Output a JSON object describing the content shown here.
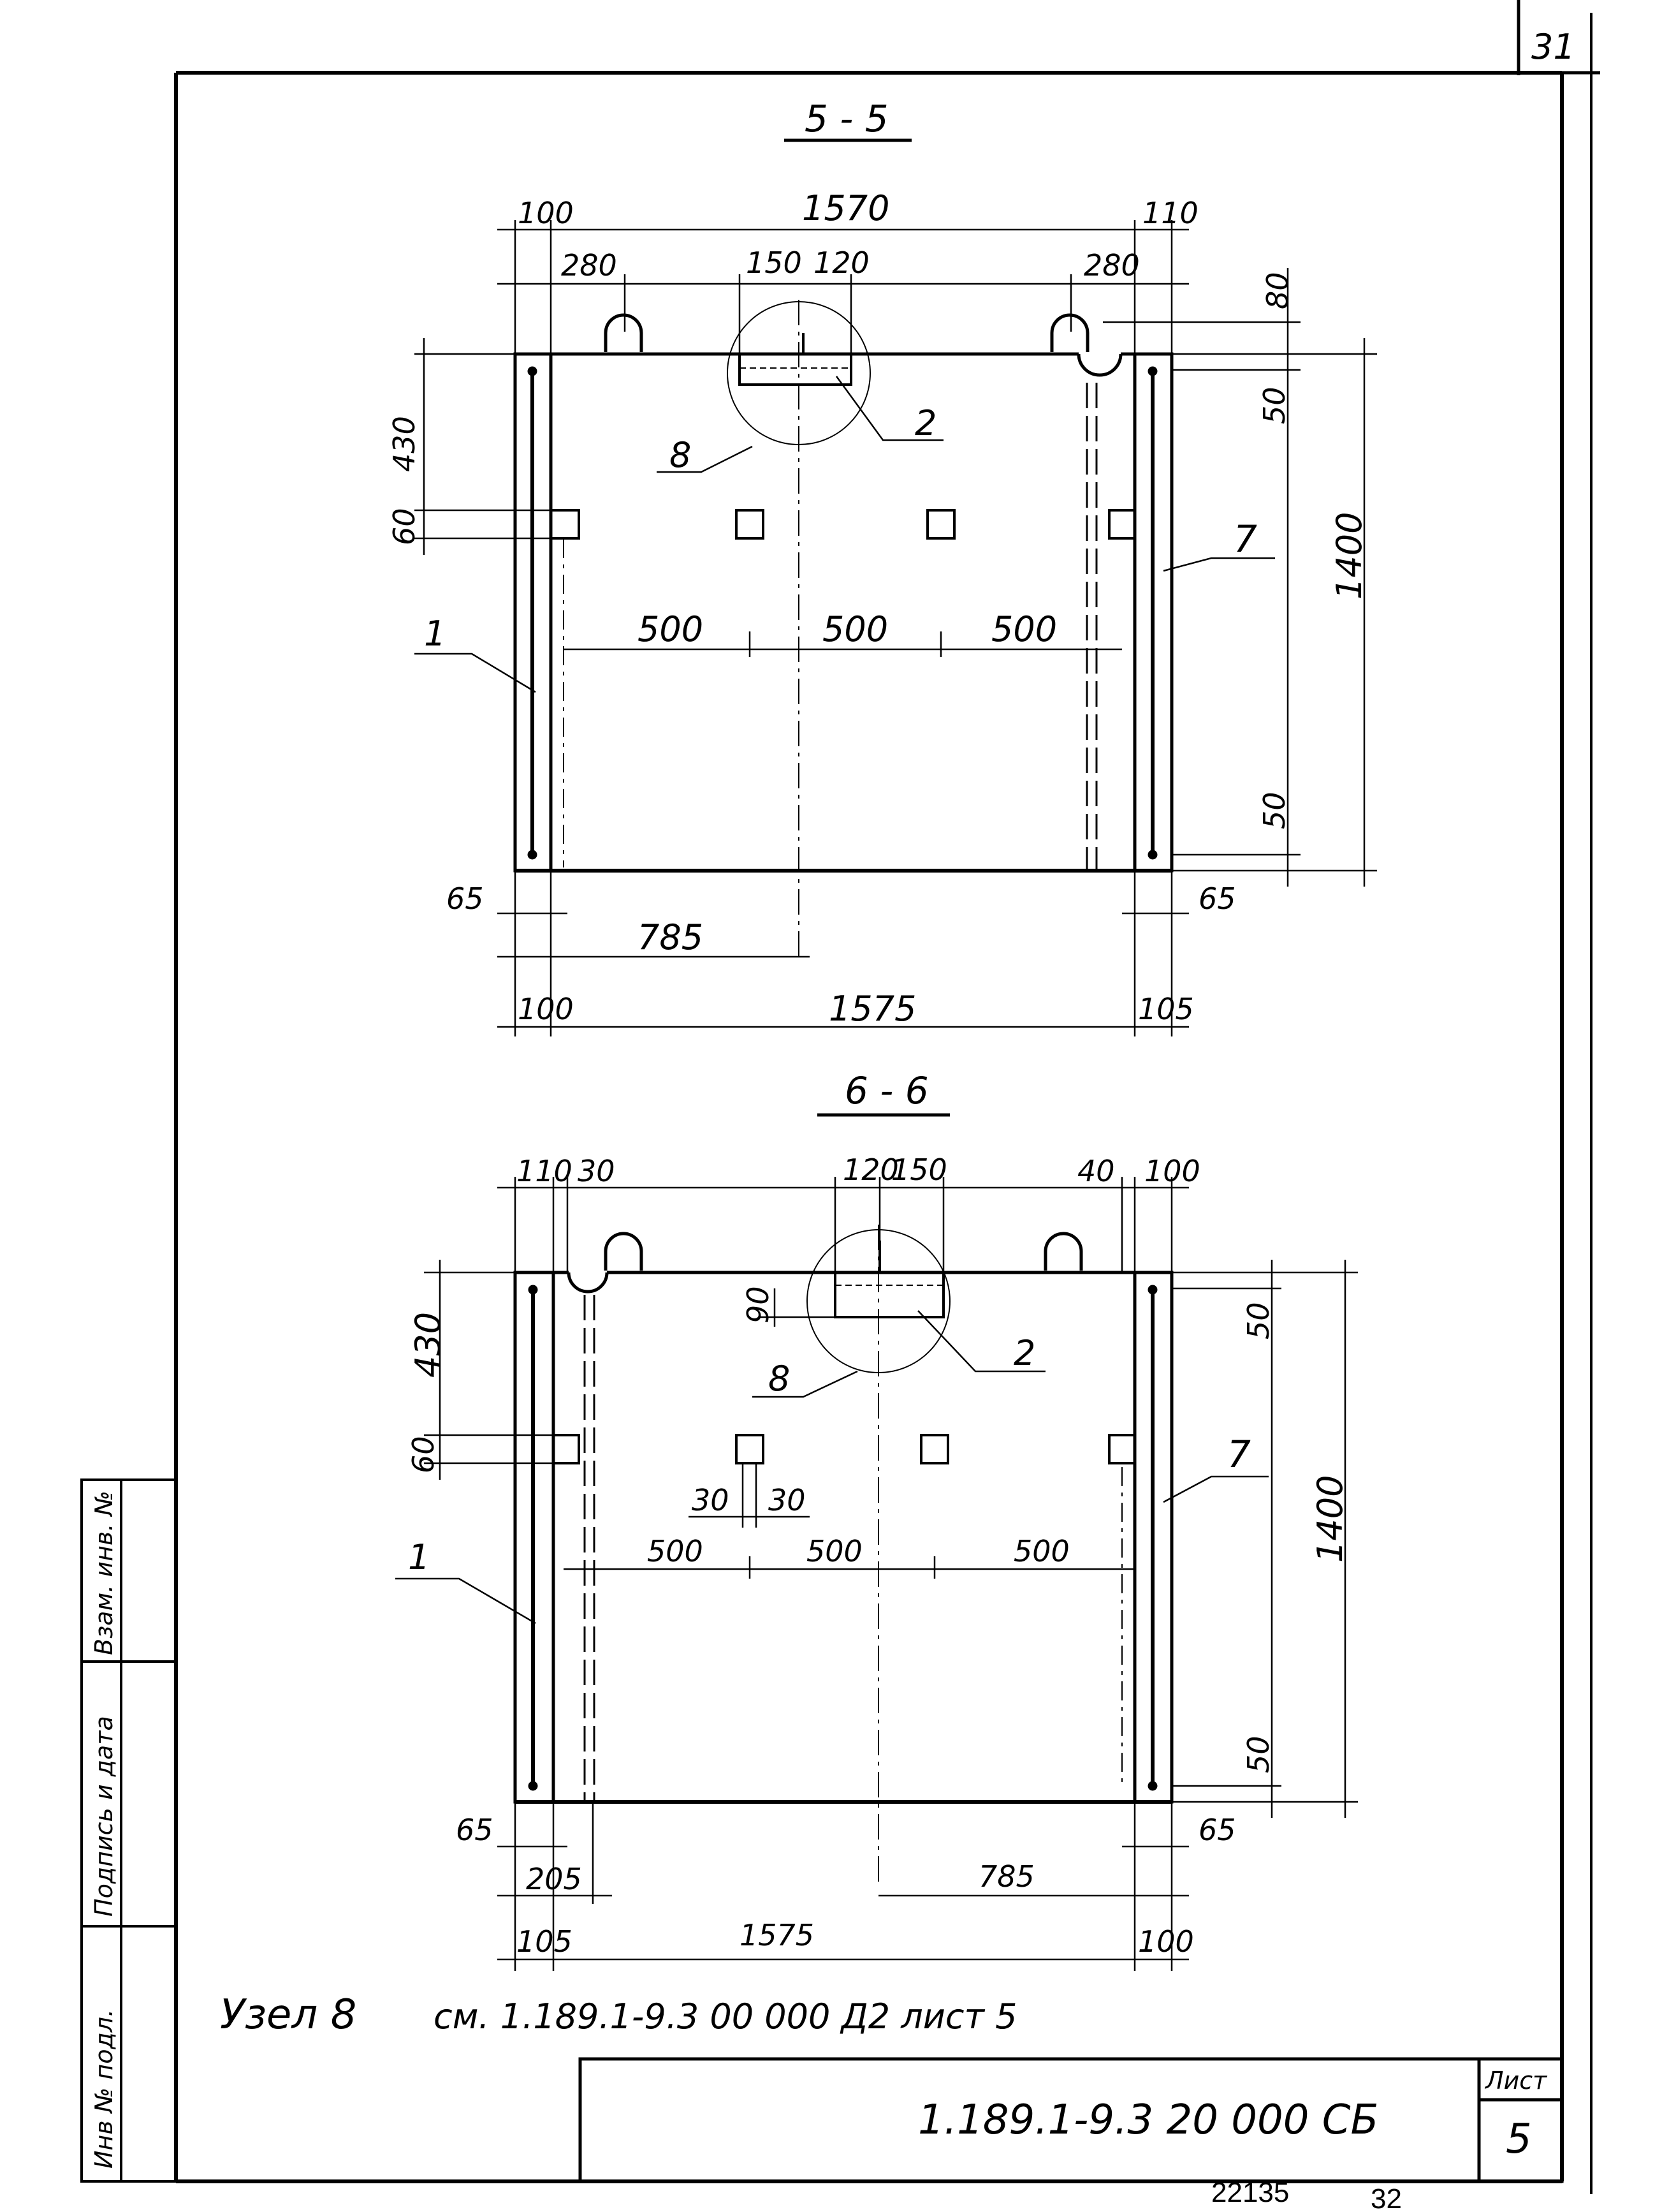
{
  "page_number": "31",
  "section_a": {
    "title": "5 - 5",
    "dims_top": [
      "100",
      "1570",
      "110"
    ],
    "dims_row2": [
      "280",
      "150",
      "120",
      "280"
    ],
    "dims_right": [
      "80",
      "50",
      "1400",
      "50"
    ],
    "dims_left": [
      "430",
      "60"
    ],
    "spacing": [
      "500",
      "500",
      "500"
    ],
    "dims_bottom": [
      "65",
      "65",
      "785",
      "100",
      "1575",
      "105"
    ],
    "leaders": [
      "1",
      "2",
      "7",
      "8"
    ]
  },
  "section_b": {
    "title": "6 - 6",
    "dims_top": [
      "110",
      "30",
      "120",
      "150",
      "40",
      "100"
    ],
    "dims_left": [
      "430",
      "60",
      "90"
    ],
    "dims_right": [
      "50",
      "1400",
      "50"
    ],
    "dims_mid": [
      "30",
      "30"
    ],
    "spacing": [
      "500",
      "500",
      "500"
    ],
    "dims_bottom": [
      "65",
      "205",
      "785",
      "65",
      "105",
      "1575",
      "100"
    ],
    "leaders": [
      "1",
      "2",
      "7",
      "8"
    ]
  },
  "note": {
    "label": "Узел 8",
    "reference": "см. 1.189.1-9.3   00 000  Д2   лист 5"
  },
  "title_block": {
    "code": "1.189.1-9.3   20 000 СБ",
    "sheet_label": "Лист",
    "sheet_number": "5"
  },
  "side_stamp": {
    "cells": [
      "Инв № подл.",
      "Подпись и дата",
      "Взам. инв. №"
    ]
  },
  "footer": {
    "archive_number": "22135",
    "page": "32"
  }
}
